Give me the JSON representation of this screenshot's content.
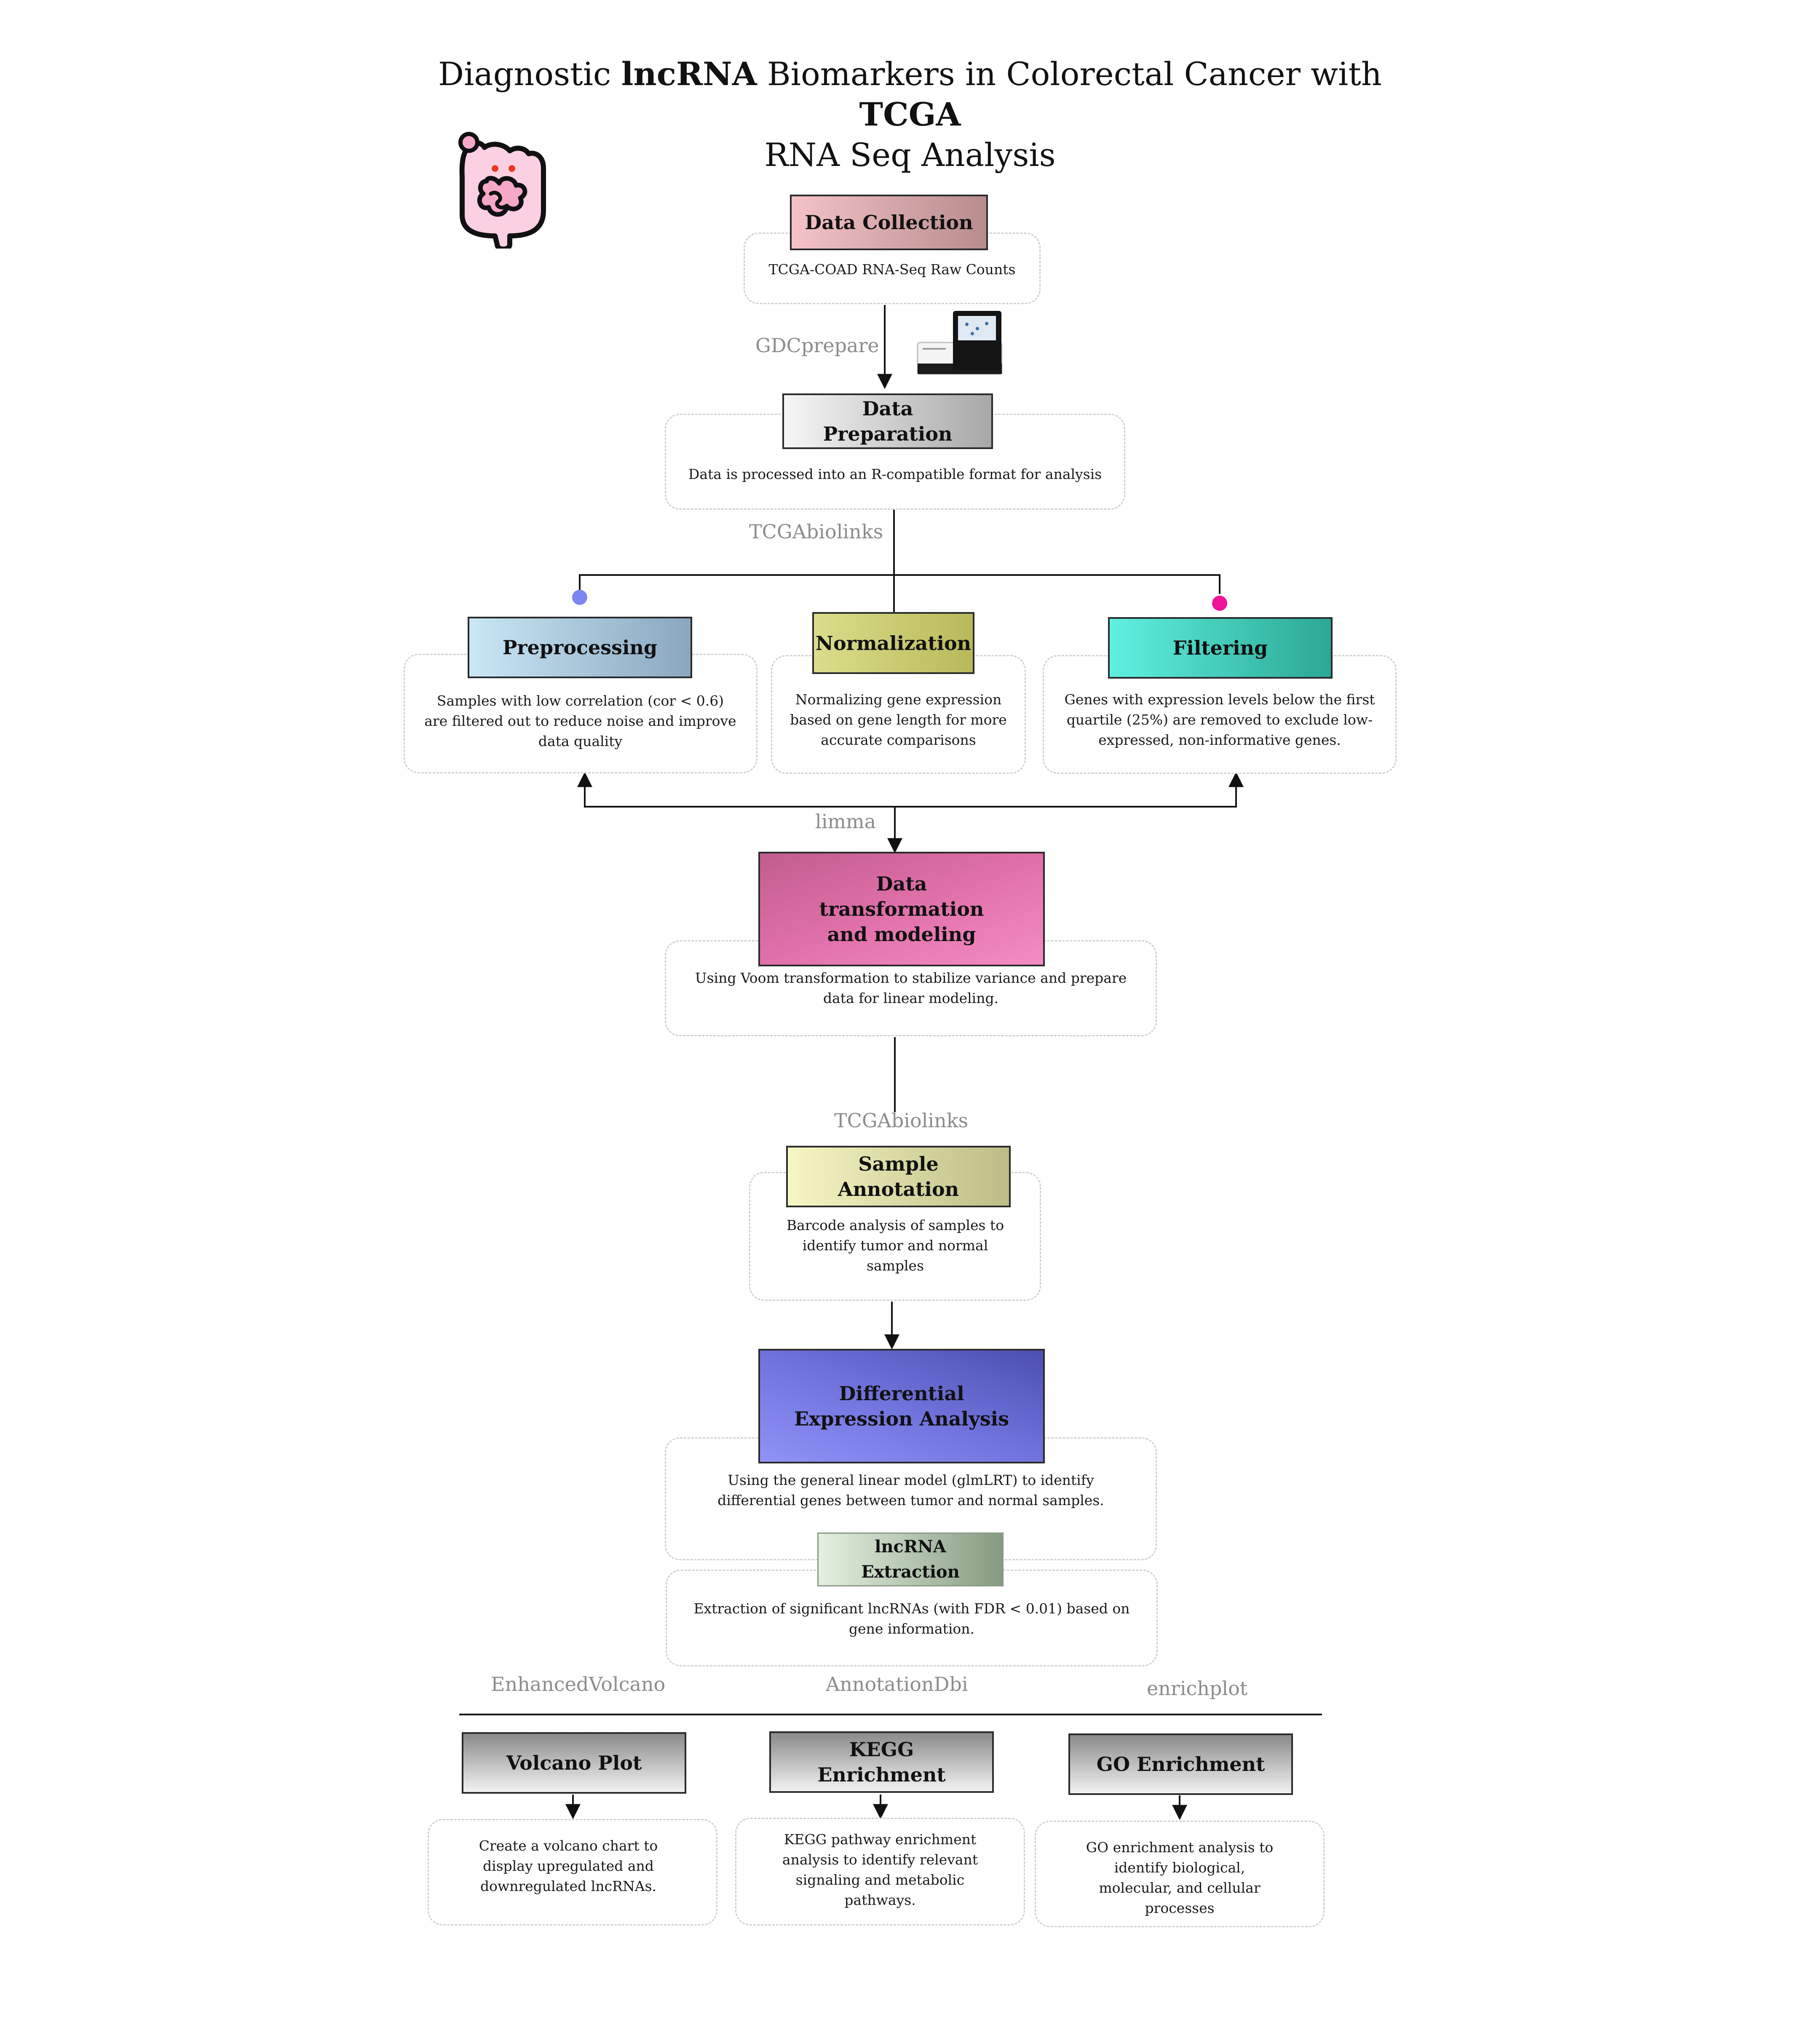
{
  "title": {
    "part1": "Diagnostic ",
    "bold1": "lncRNA",
    "part2": " Biomarkers in Colorectal Cancer with ",
    "bold2": "TCGA",
    "line2": "RNA Seq Analysis"
  },
  "steps": {
    "data_collection": {
      "label": "Data Collection",
      "detail": "TCGA-COAD RNA-Seq Raw Counts"
    },
    "data_preparation": {
      "label": "Data Preparation",
      "detail": "Data is processed into an R-compatible format for analysis"
    },
    "preprocessing": {
      "label": "Preprocessing",
      "detail": "Samples with low correlation (cor < 0.6) are filtered out to reduce noise and improve data quality"
    },
    "normalization": {
      "label": "Normalization",
      "detail": "Normalizing gene expression based on gene length for more accurate comparisons"
    },
    "filtering": {
      "label": "Filtering",
      "detail": "Genes with expression levels below the first quartile (25%) are removed to exclude low-expressed, non-informative genes."
    },
    "transformation": {
      "label": "Data transformation and modeling",
      "detail": "Using Voom transformation to stabilize variance and prepare data for linear modeling."
    },
    "sample_annotation": {
      "label": "Sample Annotation",
      "detail": "Barcode analysis of samples to identify tumor and normal samples"
    },
    "differential_expression": {
      "label": "Differential Expression Analysis",
      "detail": "Using the general linear model (glmLRT) to identify differential genes between tumor and normal samples."
    },
    "lncrna_extraction": {
      "label": "lncRNA Extraction",
      "detail": "Extraction of significant lncRNAs (with FDR < 0.01) based on gene information."
    },
    "volcano_plot": {
      "label": "Volcano Plot",
      "detail": "Create a volcano chart to display upregulated and downregulated lncRNAs."
    },
    "kegg_enrichment": {
      "label": "KEGG Enrichment",
      "detail": "KEGG pathway enrichment analysis to identify relevant signaling and metabolic pathways."
    },
    "go_enrichment": {
      "label": "GO Enrichment",
      "detail": "GO enrichment analysis to identify biological, molecular, and cellular processes"
    }
  },
  "tools": {
    "gdcprepare": "GDCprepare",
    "tcgabiolinks_1": "TCGAbiolinks",
    "limma": "limma",
    "tcgabiolinks_2": "TCGAbiolinks",
    "enhancedvolcano": "EnhancedVolcano",
    "annotationdbi": "AnnotationDbi",
    "enrichplot": "enrichplot"
  },
  "icons": {
    "intestine": "intestine-icon",
    "sequencer": "sequencer-icon"
  },
  "colors": {
    "connector": "#111111",
    "preprocessing_dot": "#7d86f0",
    "filtering_dot": "#f0139c",
    "tool_text": "#8c8c8c"
  }
}
